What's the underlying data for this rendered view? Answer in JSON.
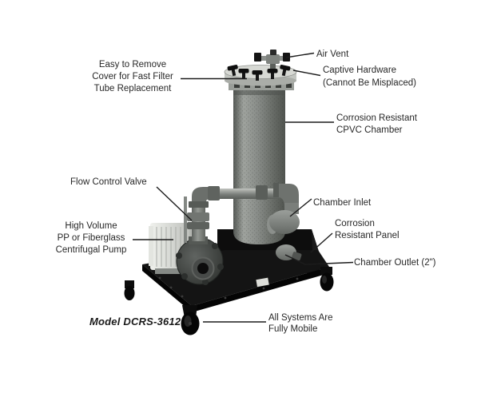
{
  "labels": {
    "cover": "Easy to Remove\nCover for Fast Filter\nTube Replacement",
    "air_vent": "Air Vent",
    "captive_hardware": "Captive Hardware\n(Cannot Be Misplaced)",
    "cpvc_chamber": "Corrosion Resistant\nCPVC Chamber",
    "flow_control_valve": "Flow Control Valve",
    "chamber_inlet": "Chamber Inlet",
    "pump": "High Volume\nPP or Fiberglass\nCentrifugal Pump",
    "resistant_panel": "Corrosion\nResistant Panel",
    "chamber_outlet": "Chamber Outlet (2\")",
    "mobility": "All Systems Are\nFully Mobile",
    "model": "Model DCRS-3612"
  },
  "colors": {
    "background": "#ffffff",
    "text": "#282828",
    "leader_line": "#1c1c1c",
    "chamber_gray": "#8a8e8a",
    "lid_gray": "#d7d9d4",
    "base_black": "#111111"
  }
}
